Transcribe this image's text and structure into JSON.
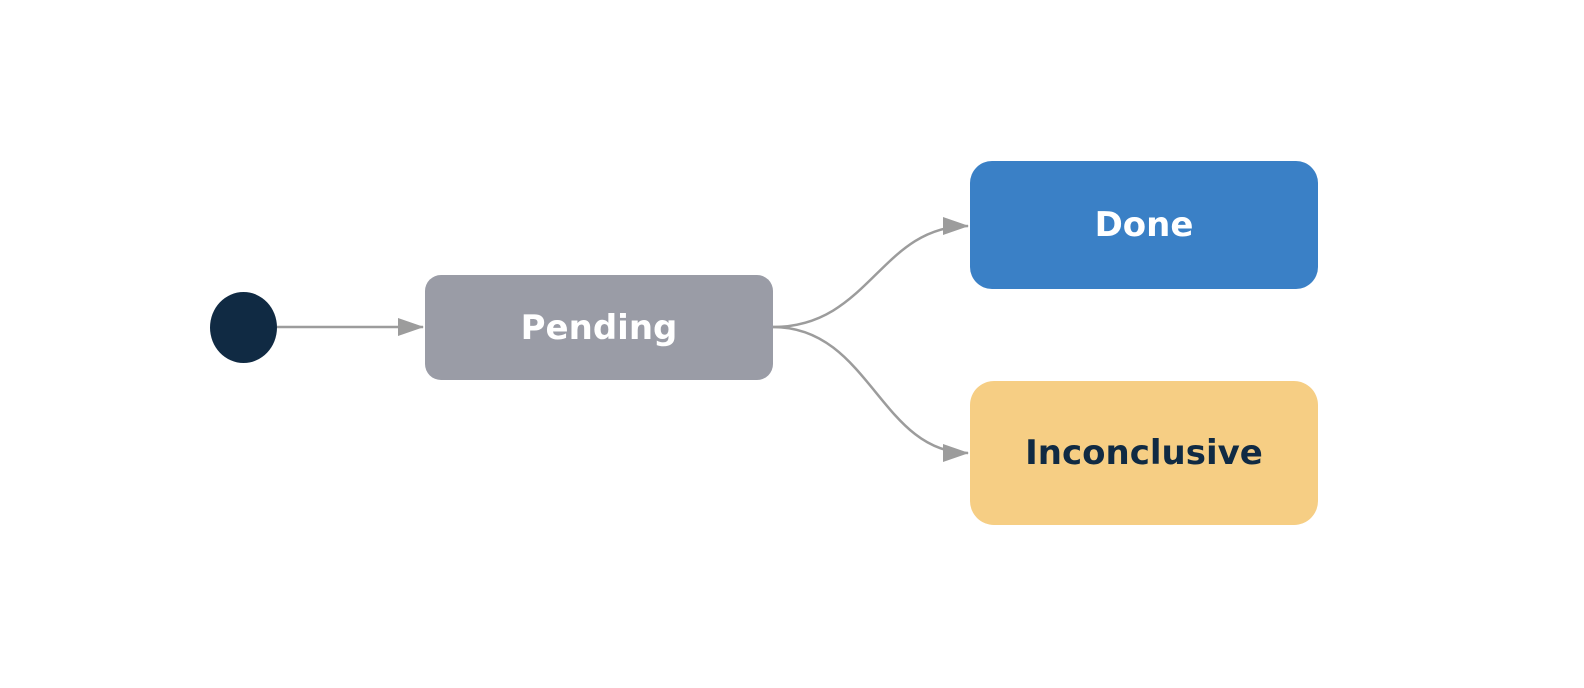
{
  "diagram": {
    "type": "state-machine",
    "nodes": [
      {
        "id": "start",
        "kind": "initial-state"
      },
      {
        "id": "pending",
        "kind": "state",
        "label": "Pending",
        "color": "#9a9ca6"
      },
      {
        "id": "done",
        "kind": "state",
        "label": "Done",
        "color": "#3a80c6"
      },
      {
        "id": "inconclusive",
        "kind": "state",
        "label": "Inconclusive",
        "color": "#f6ce84"
      }
    ],
    "edges": [
      {
        "from": "start",
        "to": "pending"
      },
      {
        "from": "pending",
        "to": "done"
      },
      {
        "from": "pending",
        "to": "inconclusive"
      }
    ],
    "colors": {
      "initial": "#102a43",
      "edge": "#9c9c9c",
      "dark_text": "#102a43",
      "light_text": "#ffffff"
    }
  }
}
